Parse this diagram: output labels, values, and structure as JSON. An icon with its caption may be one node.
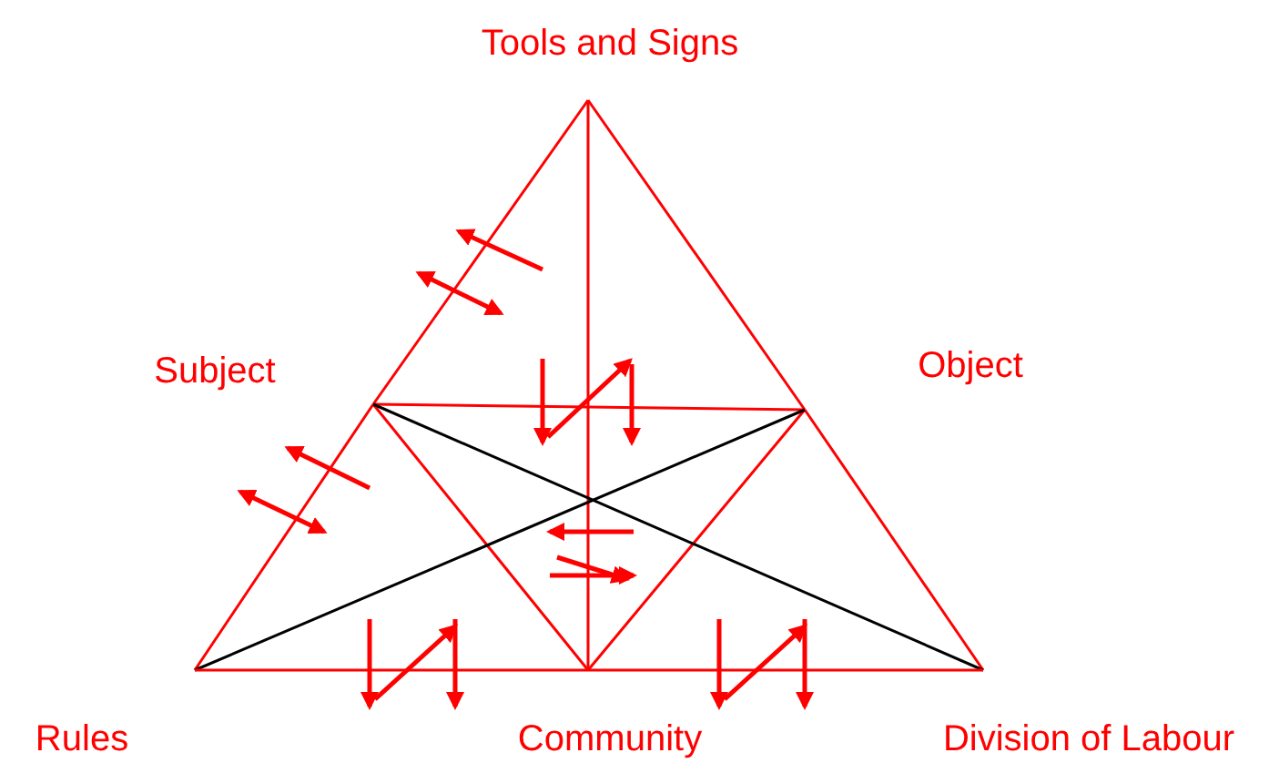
{
  "diagram": {
    "nodes": [
      {
        "text": [
          "Tools and Signs"
        ]
      },
      {
        "text": [
          "Subject"
        ]
      },
      {
        "text": [
          "Object"
        ]
      },
      {
        "text": [
          "Rules"
        ]
      },
      {
        "text": [
          "Community"
        ]
      },
      {
        "text": [
          "Division of Labour"
        ]
      }
    ],
    "edges": [
      {
        "from": 0,
        "to": 1,
        "arrow": "none"
      },
      {
        "from": 1,
        "to": 3,
        "arrow": "none"
      },
      {
        "from": 0,
        "to": 2,
        "arrow": "none"
      },
      {
        "from": 2,
        "to": 5,
        "arrow": "none"
      },
      {
        "from": 0,
        "to": 4,
        "arrow": "none"
      },
      {
        "from": 1,
        "to": 2,
        "arrow": "none"
      },
      {
        "from": 1,
        "to": 4,
        "arrow": "none"
      },
      {
        "from": 2,
        "to": 4,
        "arrow": "none"
      },
      {
        "from": 1,
        "to": 5,
        "arrow": "none",
        "color": "#000000"
      },
      {
        "from": 3,
        "to": 2,
        "arrow": "none",
        "color": "#000000"
      },
      {
        "from": 3,
        "to": 4,
        "arrow": "none"
      },
      {
        "from": 4,
        "to": 5,
        "arrow": "none"
      }
    ]
  }
}
